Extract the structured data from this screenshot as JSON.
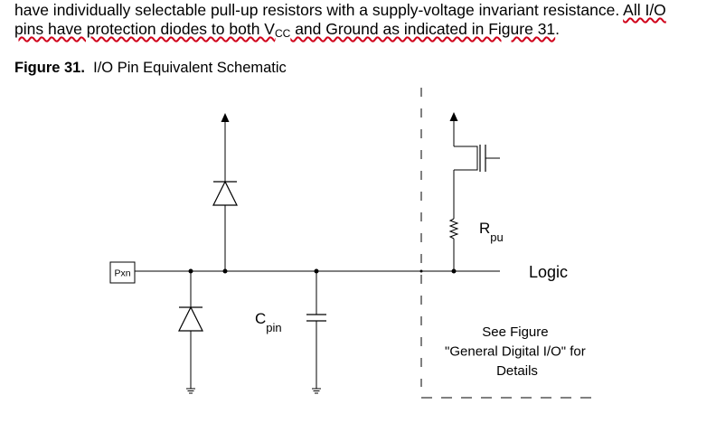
{
  "paragraph": {
    "line1_text": "have individually selectable pull-up resistors with a supply-voltage invariant resistance. ",
    "line1_link_part": "All I/O",
    "line2_link_part_a": "pins have protection diodes to both V",
    "line2_link_sub": "CC",
    "line2_link_part_b": " and Ground as indicated in Figure 31",
    "line2_end": "."
  },
  "figure": {
    "number": "Figure 31.",
    "title": "I/O Pin Equivalent Schematic"
  },
  "schematic": {
    "pin_label": "Pxn",
    "cpin_label": "C",
    "cpin_sub": "pin",
    "rpu_label": "R",
    "rpu_sub": "pu",
    "logic_label": "Logic",
    "see_figure_lines": [
      "See Figure",
      "\"General Digital I/O\" for",
      "Details"
    ]
  },
  "colors": {
    "text": "#000000",
    "squiggle": "#d0021b",
    "background": "#ffffff"
  }
}
